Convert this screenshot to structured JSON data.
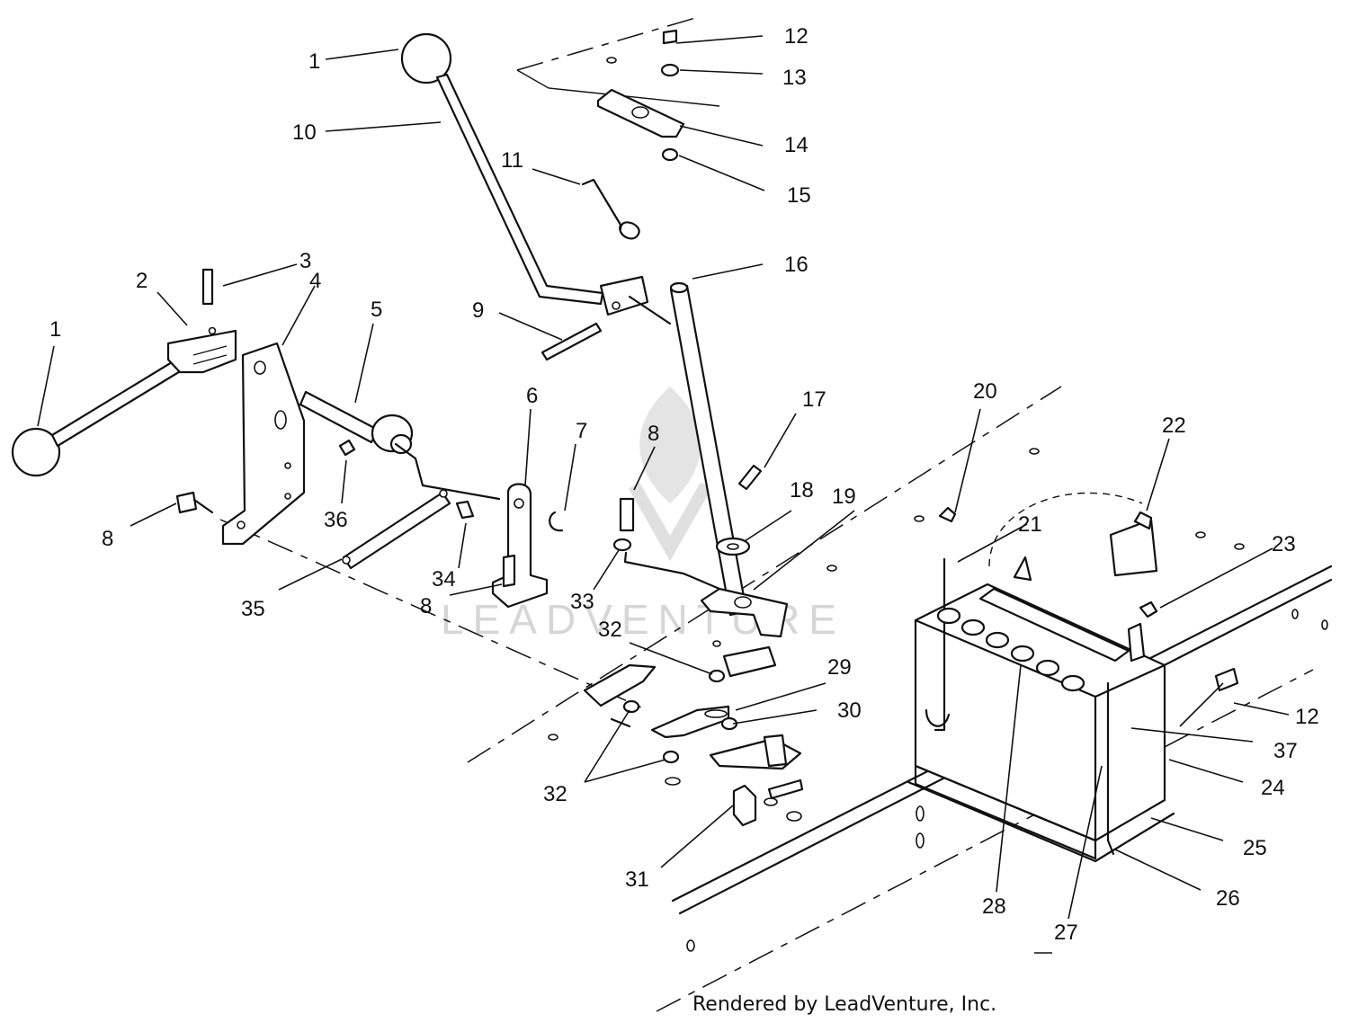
{
  "watermark": "LEADVENTURE",
  "footer": "Rendered by LeadVenture, Inc.",
  "callouts": [
    {
      "id": "c-1a",
      "label": "1"
    },
    {
      "id": "c-1b",
      "label": "1"
    },
    {
      "id": "c-2",
      "label": "2"
    },
    {
      "id": "c-3",
      "label": "3"
    },
    {
      "id": "c-4",
      "label": "4"
    },
    {
      "id": "c-5",
      "label": "5"
    },
    {
      "id": "c-6",
      "label": "6"
    },
    {
      "id": "c-7",
      "label": "7"
    },
    {
      "id": "c-8a",
      "label": "8"
    },
    {
      "id": "c-8b",
      "label": "8"
    },
    {
      "id": "c-8c",
      "label": "8"
    },
    {
      "id": "c-9",
      "label": "9"
    },
    {
      "id": "c-10",
      "label": "10"
    },
    {
      "id": "c-11",
      "label": "11"
    },
    {
      "id": "c-12a",
      "label": "12"
    },
    {
      "id": "c-12b",
      "label": "12"
    },
    {
      "id": "c-13",
      "label": "13"
    },
    {
      "id": "c-14",
      "label": "14"
    },
    {
      "id": "c-15",
      "label": "15"
    },
    {
      "id": "c-16",
      "label": "16"
    },
    {
      "id": "c-17",
      "label": "17"
    },
    {
      "id": "c-18",
      "label": "18"
    },
    {
      "id": "c-19",
      "label": "19"
    },
    {
      "id": "c-20",
      "label": "20"
    },
    {
      "id": "c-21",
      "label": "21"
    },
    {
      "id": "c-22",
      "label": "22"
    },
    {
      "id": "c-23",
      "label": "23"
    },
    {
      "id": "c-24",
      "label": "24"
    },
    {
      "id": "c-25",
      "label": "25"
    },
    {
      "id": "c-26",
      "label": "26"
    },
    {
      "id": "c-27",
      "label": "27"
    },
    {
      "id": "c-28",
      "label": "28"
    },
    {
      "id": "c-29",
      "label": "29"
    },
    {
      "id": "c-30",
      "label": "30"
    },
    {
      "id": "c-31",
      "label": "31"
    },
    {
      "id": "c-32a",
      "label": "32"
    },
    {
      "id": "c-32b",
      "label": "32"
    },
    {
      "id": "c-33",
      "label": "33"
    },
    {
      "id": "c-34",
      "label": "34"
    },
    {
      "id": "c-35",
      "label": "35"
    },
    {
      "id": "c-36",
      "label": "36"
    },
    {
      "id": "c-37",
      "label": "37"
    }
  ]
}
